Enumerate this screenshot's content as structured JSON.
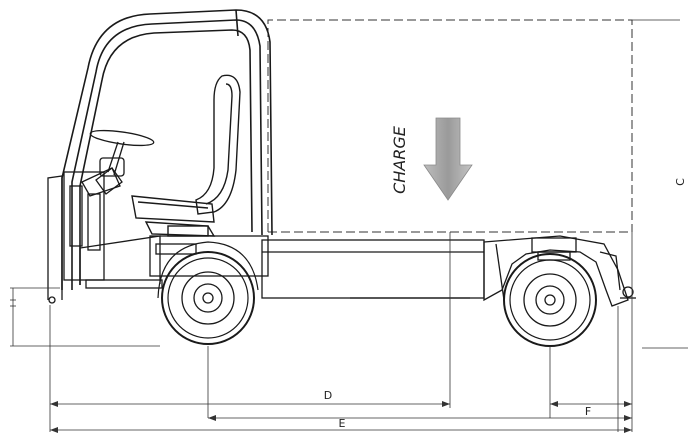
{
  "charge_label": "CHARGE",
  "dimensions": {
    "c": "C",
    "d": "D",
    "e": "E",
    "f": "F"
  },
  "colors": {
    "ink": "#1a1a1a",
    "arrow_gray": "#a9a9a9",
    "background": "#ffffff"
  }
}
